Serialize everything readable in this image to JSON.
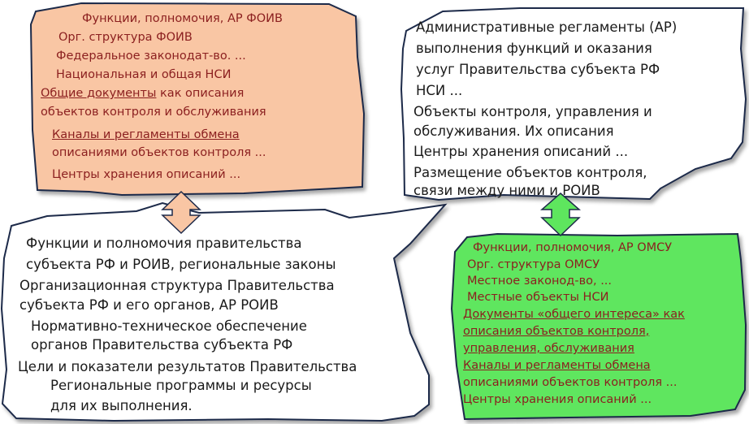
{
  "federal": {
    "lines": [
      "Функции, полномочия, АР ФОИВ",
      "Орг. структура ФОИВ",
      "Федеральное законодат-во.   ...",
      "Национальная  и общая НСИ",
      "как описания",
      "Общие документы",
      "объектов контроля и обслуживания",
      "Каналы и регламенты обмена",
      "описаниями объектов контроля ...",
      "Центры хранения описаний ..."
    ],
    "fill": "#f9c6a4"
  },
  "ar": {
    "lines": [
      "Административные регламенты (АР)",
      "выполнения функций  и оказания",
      "услуг Правительства субъекта РФ",
      "НСИ ...",
      "Объекты контроля, управления и",
      "обслуживания. Их описания",
      "Центры хранения описаний ...",
      "Размещение объектов контроля,",
      "связи между ними и РОИВ"
    ]
  },
  "regional": {
    "lines": [
      "Функции и полномочия правительства",
      "субъекта РФ и РОИВ, региональные законы",
      "Организационная структура Правительства",
      "субъекта РФ и его органов, АР РОИВ",
      "Нормативно-техническое обеспечение",
      "органов Правительства субъекта РФ",
      "Цели и показатели результатов Правительства",
      "Региональные программы и ресурсы",
      "для их выполнения."
    ]
  },
  "municipal": {
    "lines": [
      "Функции, полномочия, АР ОМСУ",
      "Орг. структура ОМСУ",
      "Местное законод-во,  ...",
      "Местные объекты НСИ",
      "Документы  «общего интереса» как",
      "описания объектов контроля,",
      "управления, обслуживания",
      "Каналы и регламенты обмена",
      "описаниями объектов контроля ...",
      "Центры хранения описаний ..."
    ],
    "fill": "#5ee65e"
  },
  "colors": {
    "federal_text": "#8b1f1f",
    "body_text": "#1a1a1a",
    "outline": "#1e2a4a",
    "arrow_orange": "#f9c6a4",
    "arrow_green": "#5ee65e"
  }
}
